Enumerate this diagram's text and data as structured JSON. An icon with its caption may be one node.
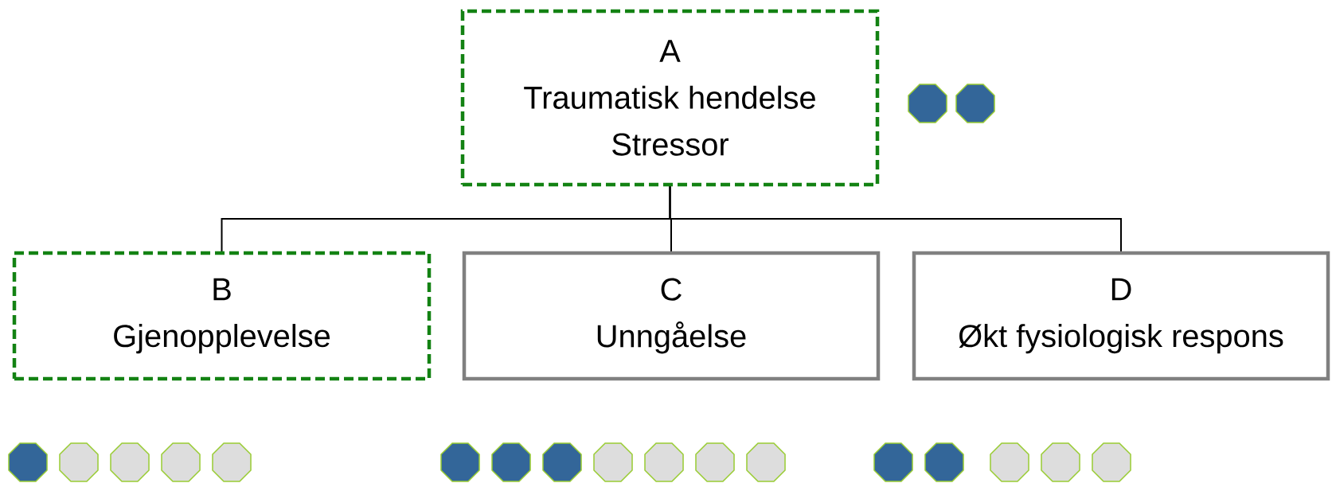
{
  "diagram": {
    "nodes": [
      {
        "text": [
          "A",
          "Traumatisk hendelse",
          "Stressor"
        ]
      },
      {
        "text": [
          "B",
          "Gjenopplevelse"
        ]
      },
      {
        "text": [
          "C",
          "Unngåelse"
        ]
      },
      {
        "text": [
          "D",
          "Økt fysiologisk respons"
        ]
      }
    ],
    "edges": [
      {
        "from": 0,
        "to": 1,
        "arrow": "none"
      },
      {
        "from": 0,
        "to": 2,
        "arrow": "none"
      },
      {
        "from": 0,
        "to": 3,
        "arrow": "none"
      }
    ]
  }
}
